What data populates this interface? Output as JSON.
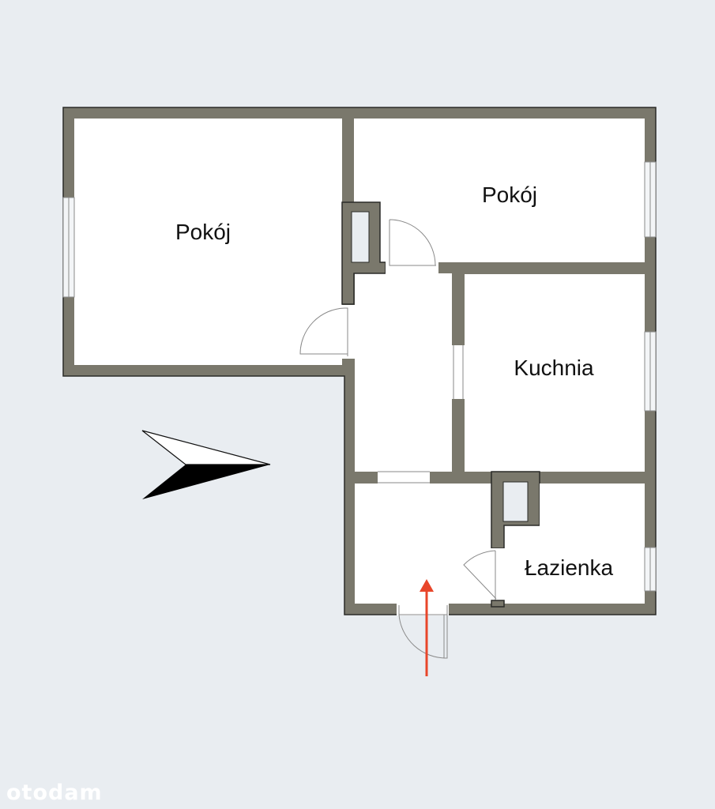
{
  "rooms": [
    {
      "label": "Pokój"
    },
    {
      "label": "Pokój"
    },
    {
      "label": "Kuchnia"
    },
    {
      "label": "Łazienka"
    }
  ],
  "logo": "otodam",
  "colors": {
    "wall": "#7a786c",
    "background": "#e9edf1",
    "entrance_arrow": "#e8462a"
  }
}
